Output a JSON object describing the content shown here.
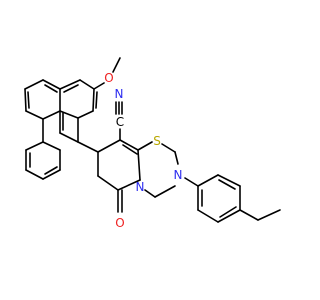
{
  "molecule": {
    "atom_labels": {
      "nitrile_nitrogen": "N",
      "nitrile_carbon": "C",
      "methoxy_oxygen": "O",
      "ring_sulfur": "S",
      "amide_nitrogen": "N",
      "amine_nitrogen": "N",
      "carbonyl_oxygen": "O"
    },
    "colors": {
      "bond": "#000000",
      "nitrogen": "#2d2df0",
      "oxygen": "#ee2222",
      "sulfur": "#b8a800",
      "carbon": "#000000"
    }
  }
}
